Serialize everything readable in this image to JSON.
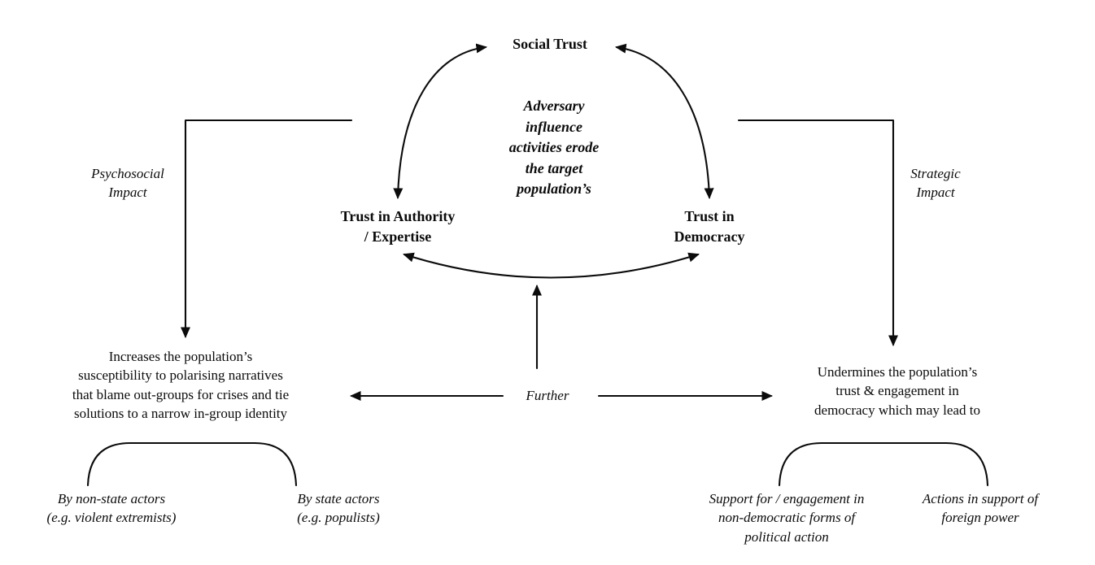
{
  "diagram": {
    "node_social_trust": "Social Trust",
    "center_note": "Adversary\ninfluence\nactivities erode\nthe target\npopulation’s",
    "node_authority": "Trust in Authority\n/ Expertise",
    "node_democracy": "Trust in\nDemocracy",
    "label_psychosocial": "Psychosocial\nImpact",
    "label_strategic": "Strategic\nImpact",
    "outcome_left": "Increases the population’s\nsusceptibility to polarising narratives\nthat blame out-groups for crises and tie\nsolutions to a narrow in-group identity",
    "outcome_right": "Undermines the population’s\ntrust & engagement in\ndemocracy which may lead to",
    "label_further": "Further",
    "actors_nonstate": "By non-state actors\n(e.g. violent extremists)",
    "actors_state": "By state actors\n(e.g. populists)",
    "result_nondemocratic": "Support for / engagement in\nnon-democratic forms of\npolitical action",
    "result_foreign": "Actions in support of\nforeign power",
    "colors": {
      "ink": "#0b0b0b",
      "background": "#ffffff"
    }
  }
}
